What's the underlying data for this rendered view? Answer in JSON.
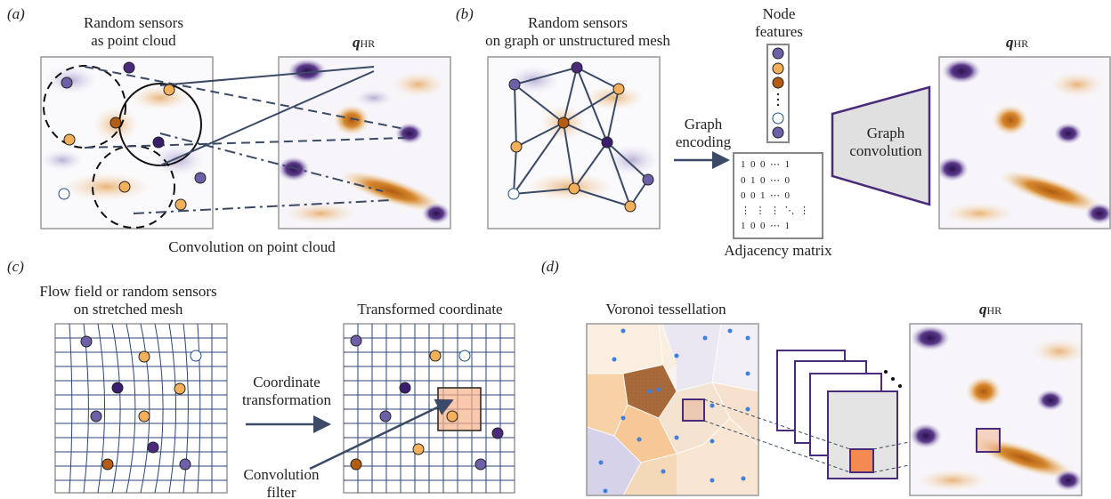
{
  "panels": {
    "a": {
      "tag": "(a)",
      "title_line1": "Random sensors",
      "title_line2": "as point cloud",
      "output_label": "q",
      "output_sub": "HR",
      "caption": "Convolution on point cloud"
    },
    "b": {
      "tag": "(b)",
      "title_line1": "Random sensors",
      "title_line2": "on graph or unstructured mesh",
      "arrow_line1": "Graph",
      "arrow_line2": "encoding",
      "node_features_line1": "Node",
      "node_features_line2": "features",
      "adjacency_label": "Adjacency matrix",
      "matrix_rows": [
        "1  0  0  ⋯  1",
        "0  1  0  ⋯  0",
        "0  0  1  ⋯  0",
        "⋮  ⋮  ⋮  ⋱  ⋮",
        "1  0  0  ⋯  1"
      ],
      "conv_line1": "Graph",
      "conv_line2": "convolution",
      "output_label": "q",
      "output_sub": "HR"
    },
    "c": {
      "tag": "(c)",
      "title_line1": "Flow field or random sensors",
      "title_line2": "on stretched mesh",
      "transformed_title": "Transformed coordinate",
      "arrow_line1": "Coordinate",
      "arrow_line2": "transformation",
      "filter_line1": "Convolution",
      "filter_line2": "filter"
    },
    "d": {
      "tag": "(d)",
      "title": "Voronoi tessellation",
      "output_label": "q",
      "output_sub": "HR"
    }
  },
  "colors": {
    "sensor_purple": "#6e60a8",
    "sensor_orange": "#f2b05a",
    "sensor_brown": "#b35c12",
    "sensor_dark": "#3a1d6e",
    "edge": "#3b4a66",
    "grid": "#2e4677",
    "frame_purple": "#4a2a7a",
    "highlight_orange": "#f6b08a"
  }
}
